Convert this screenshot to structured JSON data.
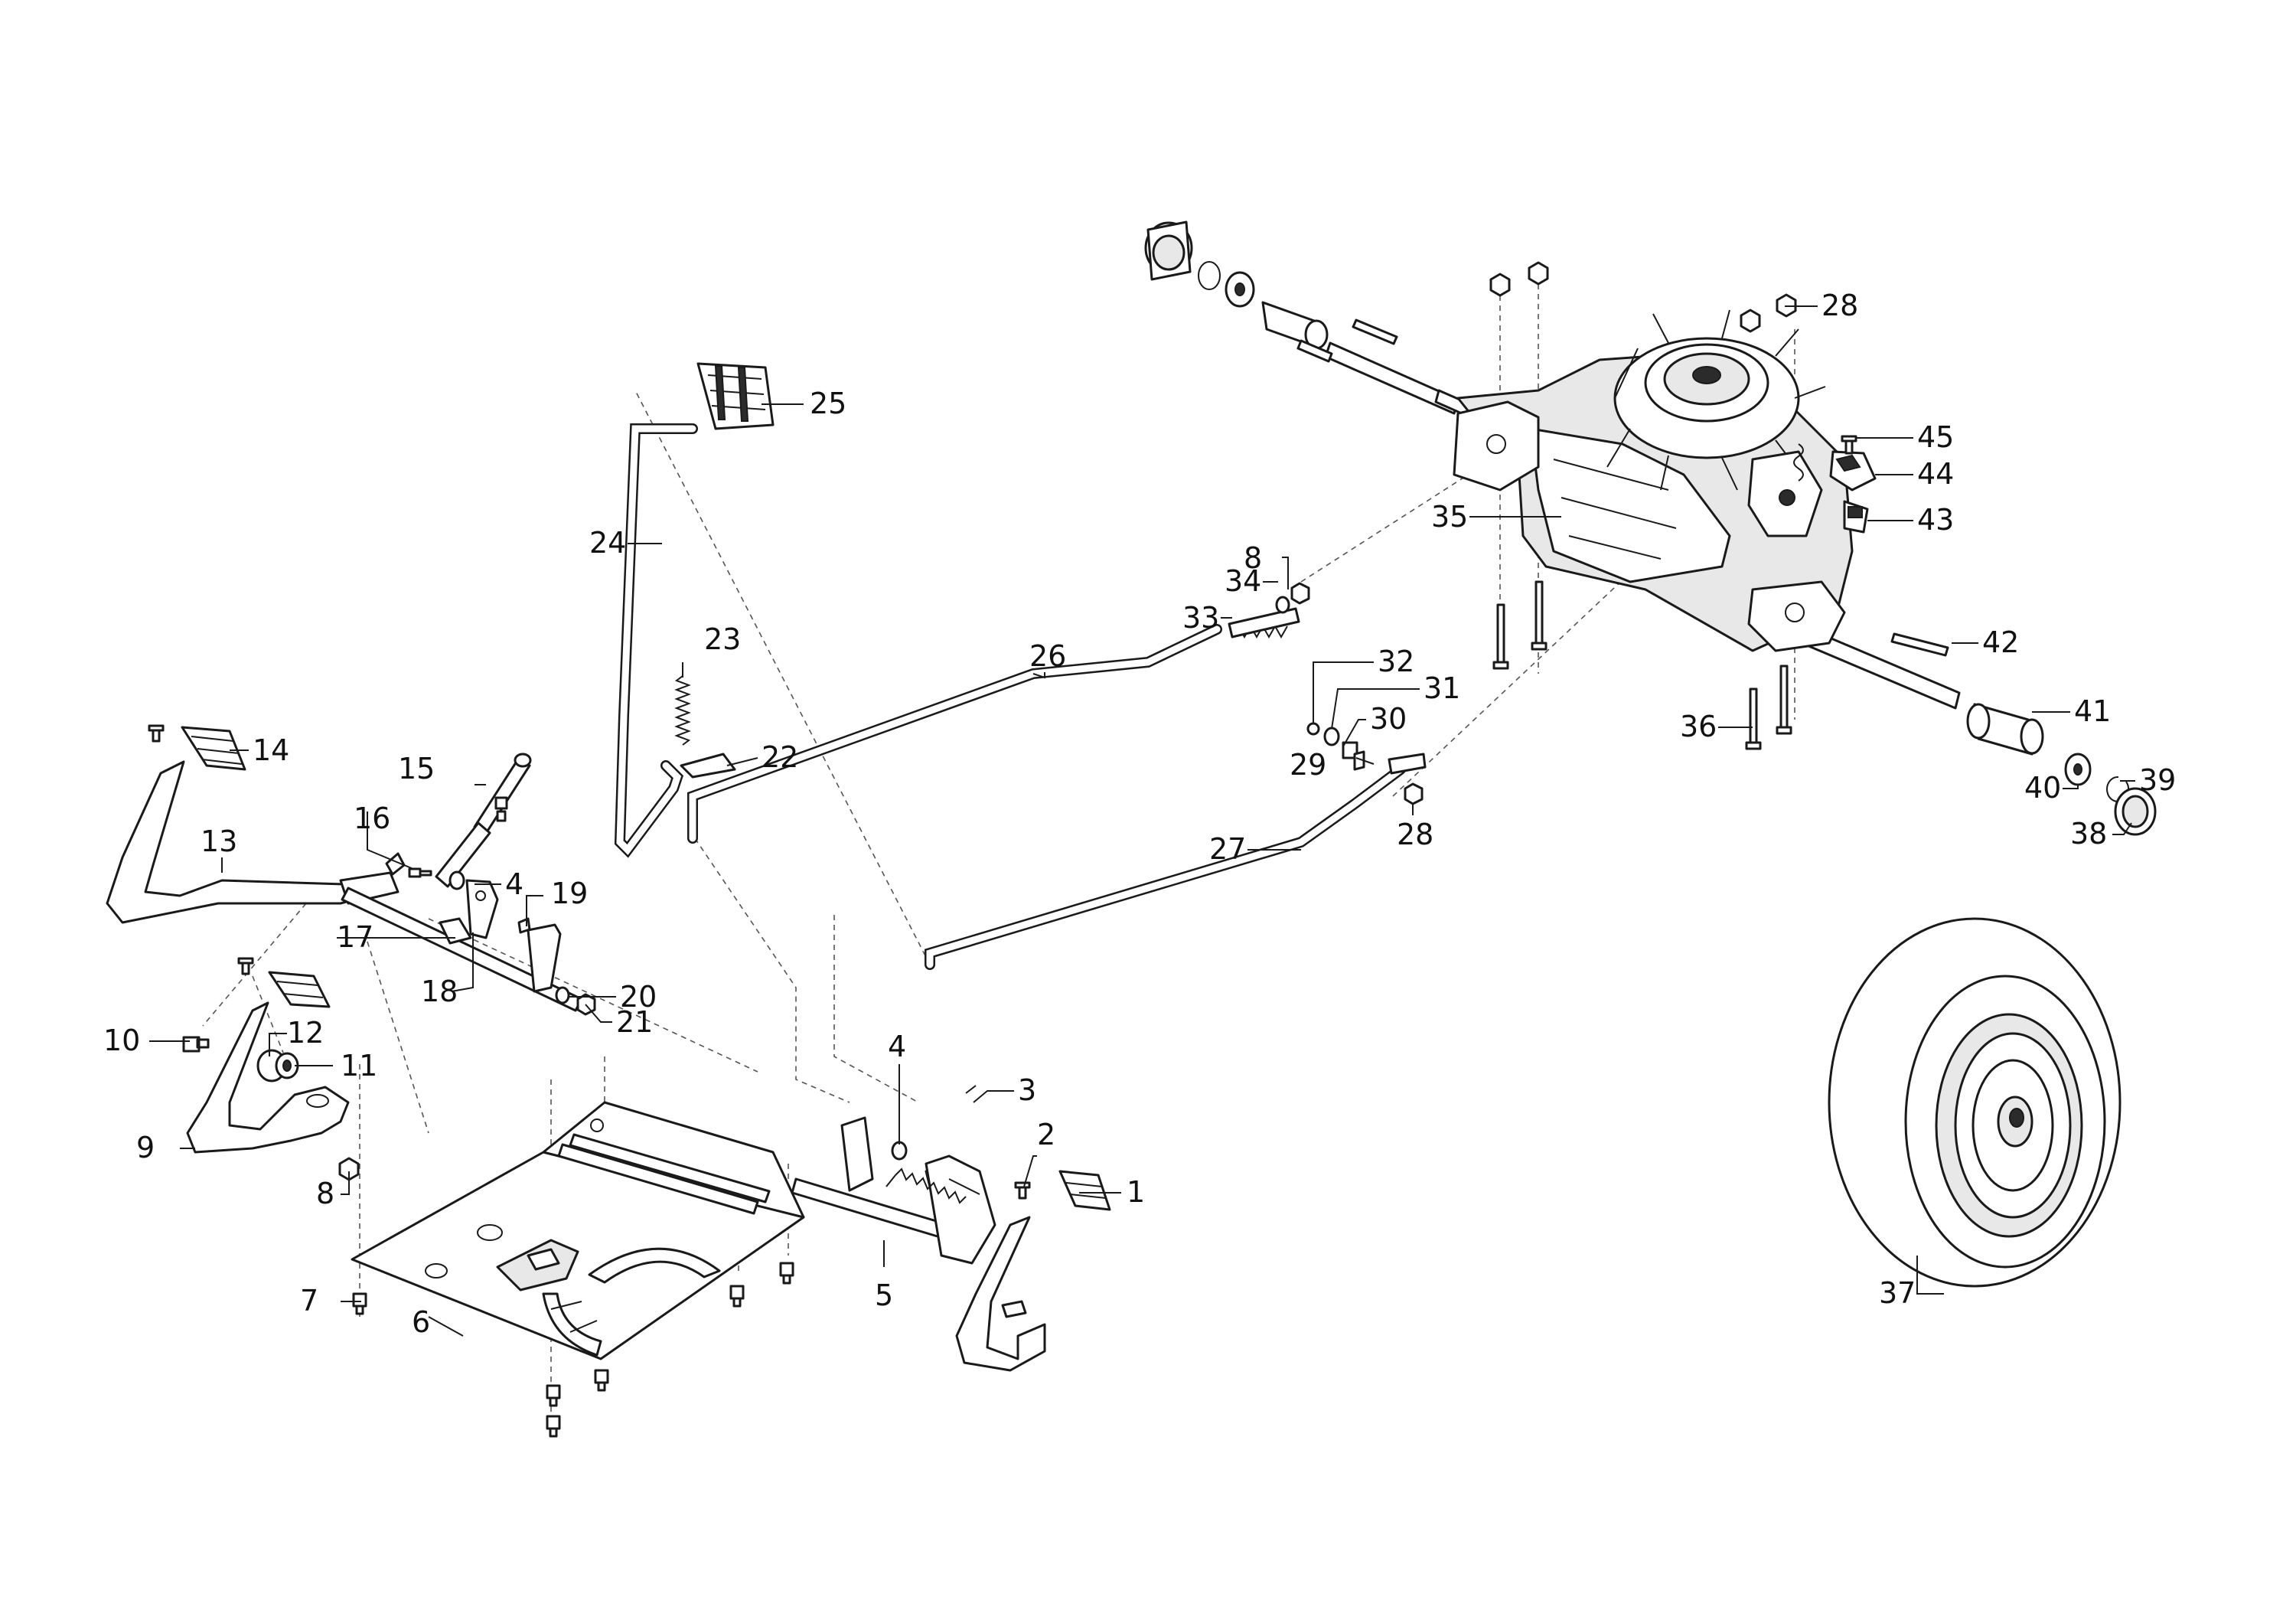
{
  "diagram": {
    "callouts": [
      {
        "id": "c1",
        "text": "1"
      },
      {
        "id": "c2",
        "text": "2"
      },
      {
        "id": "c3",
        "text": "3"
      },
      {
        "id": "c4a",
        "text": "4"
      },
      {
        "id": "c4b",
        "text": "4"
      },
      {
        "id": "c5",
        "text": "5"
      },
      {
        "id": "c6",
        "text": "6"
      },
      {
        "id": "c7",
        "text": "7"
      },
      {
        "id": "c8a",
        "text": "8"
      },
      {
        "id": "c8b",
        "text": "8"
      },
      {
        "id": "c9",
        "text": "9"
      },
      {
        "id": "c10",
        "text": "10"
      },
      {
        "id": "c11",
        "text": "11"
      },
      {
        "id": "c12",
        "text": "12"
      },
      {
        "id": "c13",
        "text": "13"
      },
      {
        "id": "c14",
        "text": "14"
      },
      {
        "id": "c15",
        "text": "15"
      },
      {
        "id": "c16",
        "text": "16"
      },
      {
        "id": "c17",
        "text": "17"
      },
      {
        "id": "c18",
        "text": "18"
      },
      {
        "id": "c19",
        "text": "19"
      },
      {
        "id": "c20",
        "text": "20"
      },
      {
        "id": "c21",
        "text": "21"
      },
      {
        "id": "c22",
        "text": "22"
      },
      {
        "id": "c23",
        "text": "23"
      },
      {
        "id": "c24",
        "text": "24"
      },
      {
        "id": "c25",
        "text": "25"
      },
      {
        "id": "c26",
        "text": "26"
      },
      {
        "id": "c27",
        "text": "27"
      },
      {
        "id": "c28a",
        "text": "28"
      },
      {
        "id": "c28b",
        "text": "28"
      },
      {
        "id": "c29",
        "text": "29"
      },
      {
        "id": "c30",
        "text": "30"
      },
      {
        "id": "c31",
        "text": "31"
      },
      {
        "id": "c32",
        "text": "32"
      },
      {
        "id": "c33",
        "text": "33"
      },
      {
        "id": "c34",
        "text": "34"
      },
      {
        "id": "c35",
        "text": "35"
      },
      {
        "id": "c36",
        "text": "36"
      },
      {
        "id": "c37",
        "text": "37"
      },
      {
        "id": "c38",
        "text": "38"
      },
      {
        "id": "c39",
        "text": "39"
      },
      {
        "id": "c40",
        "text": "40"
      },
      {
        "id": "c41",
        "text": "41"
      },
      {
        "id": "c42",
        "text": "42"
      },
      {
        "id": "c43",
        "text": "43"
      },
      {
        "id": "c44",
        "text": "44"
      },
      {
        "id": "c45",
        "text": "45"
      }
    ]
  }
}
